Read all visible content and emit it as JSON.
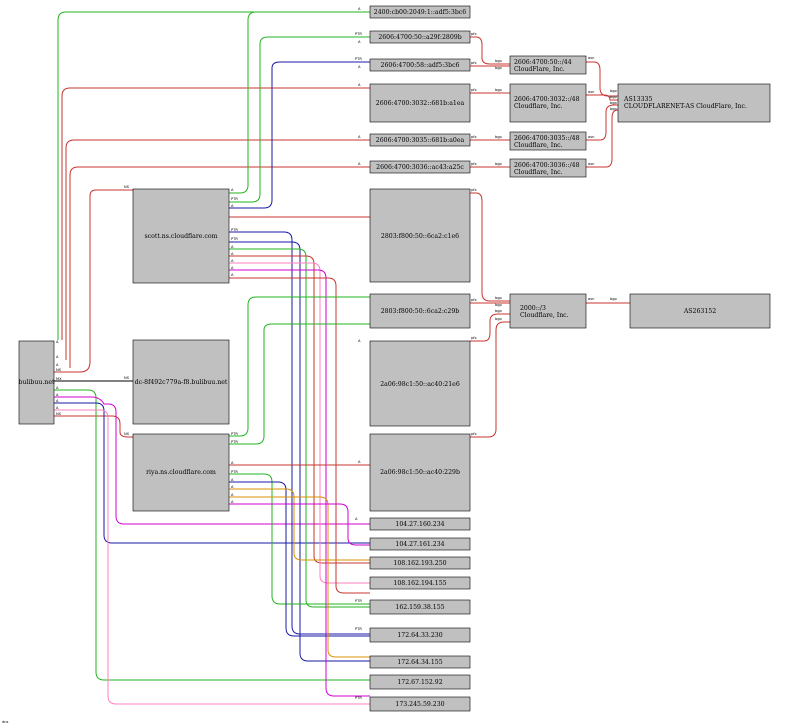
{
  "colors": {
    "red": "#c8342e",
    "green": "#22b522",
    "blue": "#1a1aa6",
    "magenta": "#d200d2",
    "orange": "#d99000",
    "pink": "#ff7fbe",
    "node_fill": "#c0c0c0"
  },
  "nodes": {
    "bulibuu": "bulibuu.net",
    "scott": "scott.ns.cloudflare.com",
    "dc": "dc-8f492c779a-f8.bulibuu.net",
    "riya": "riya.ns.cloudflare.com",
    "v6_1": "2400:cb00:2049:1::adf5:3bc6",
    "v6_2": "2606:4700:50::a29f:2809b",
    "v6_3": "2606:4700:58::adf5:3bc6",
    "v6_4": "2606:4700:3032::681b:a1ea",
    "v6_5": "2606:4700:3035::681b:a0ea",
    "v6_6": "2606:4700:3036::ac43:a25c",
    "v6_7": "2803:f800:50::6ca2:c1e6",
    "v6_8": "2803:f800:50::6ca2:c29b",
    "v6_9": "2a06:98c1:50::ac40:21e6",
    "v6_10": "2a06:98c1:50::ac40:229b",
    "pfx_1": "2606:4700:50::/44",
    "pfx_1_org": "CloudFlare, Inc.",
    "pfx_2": "2606:4700:3032::/48",
    "pfx_2_org": "Cloudflare, Inc.",
    "pfx_3": "2606:4700:3035::/48",
    "pfx_3_org": "Cloudflare, Inc.",
    "pfx_4": "2606:4700:3036::/48",
    "pfx_4_org": "Cloudflare, Inc.",
    "pfx_5": "2000::/3",
    "pfx_5_org": "Cloudflare, Inc.",
    "as1": "AS13335",
    "as1_name": "CLOUDFLARENET-AS CloudFlare, Inc.",
    "as2": "AS263152",
    "v4_1": "104.27.160.234",
    "v4_2": "104.27.161.234",
    "v4_3": "108.162.193.250",
    "v4_4": "108.162.194.155",
    "v4_5": "162.159.38.155",
    "v4_6": "172.64.33.230",
    "v4_7": "172.64.34.155",
    "v4_8": "172.67.152.92",
    "v4_9": "173.245.59.230"
  },
  "edge_labels": {
    "a": "A",
    "aaaa": "AAAA",
    "ptr": "PTR",
    "ns": "NS",
    "mx": "MX",
    "pfx": "pfx",
    "asn": "asn",
    "bgp": "bgp"
  },
  "footer": "dns"
}
